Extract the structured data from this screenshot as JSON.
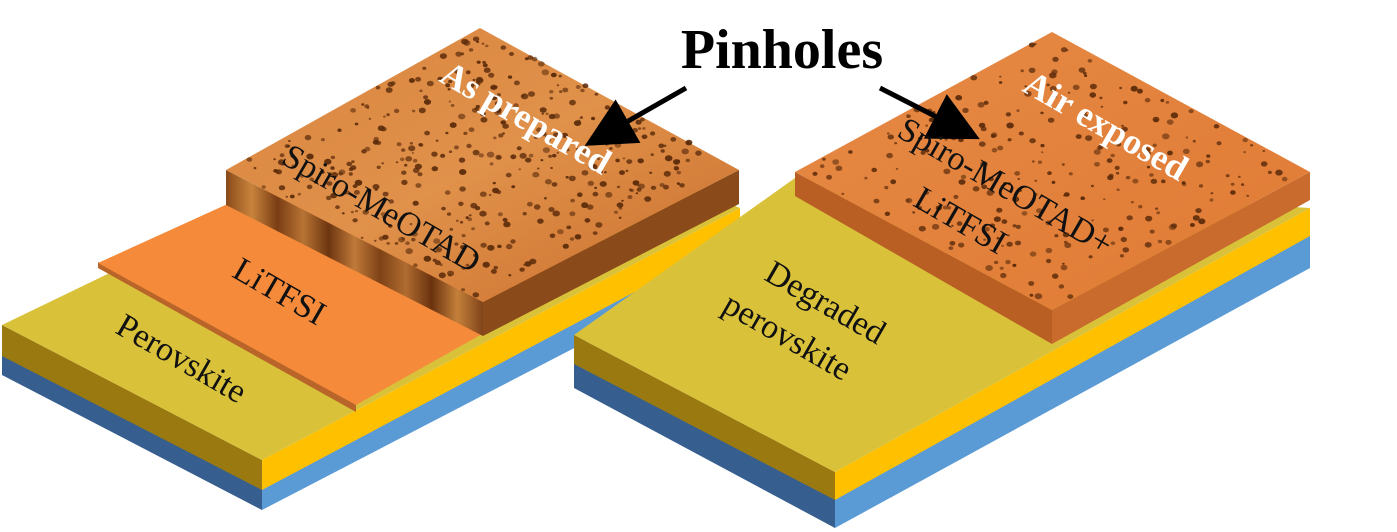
{
  "title": "Pinholes",
  "left_stack": {
    "top_label": "As prepared",
    "spiro_label": "Spiro-MeOTAD",
    "litfsi_label": "LiTFSI",
    "perovskite_label": "Perovskite"
  },
  "right_stack": {
    "top_label": "Air exposed",
    "spiro_label_line1": "Spiro-MeOTAD+",
    "spiro_label_line2": "LiTFSI",
    "perovskite_label_line1": "Degraded",
    "perovskite_label_line2": "perovskite"
  },
  "colors": {
    "substrate_blue": "#5b9bd5",
    "gold_layer": "#ffc000",
    "perovskite": "#d9c23a",
    "perovskite_side": "#a08a18",
    "litfsi": "#f58a3a",
    "spiro_orange": "#e07a34",
    "pinhole": "#5a2a0a"
  },
  "icons": [
    "arrow-left",
    "arrow-right"
  ]
}
